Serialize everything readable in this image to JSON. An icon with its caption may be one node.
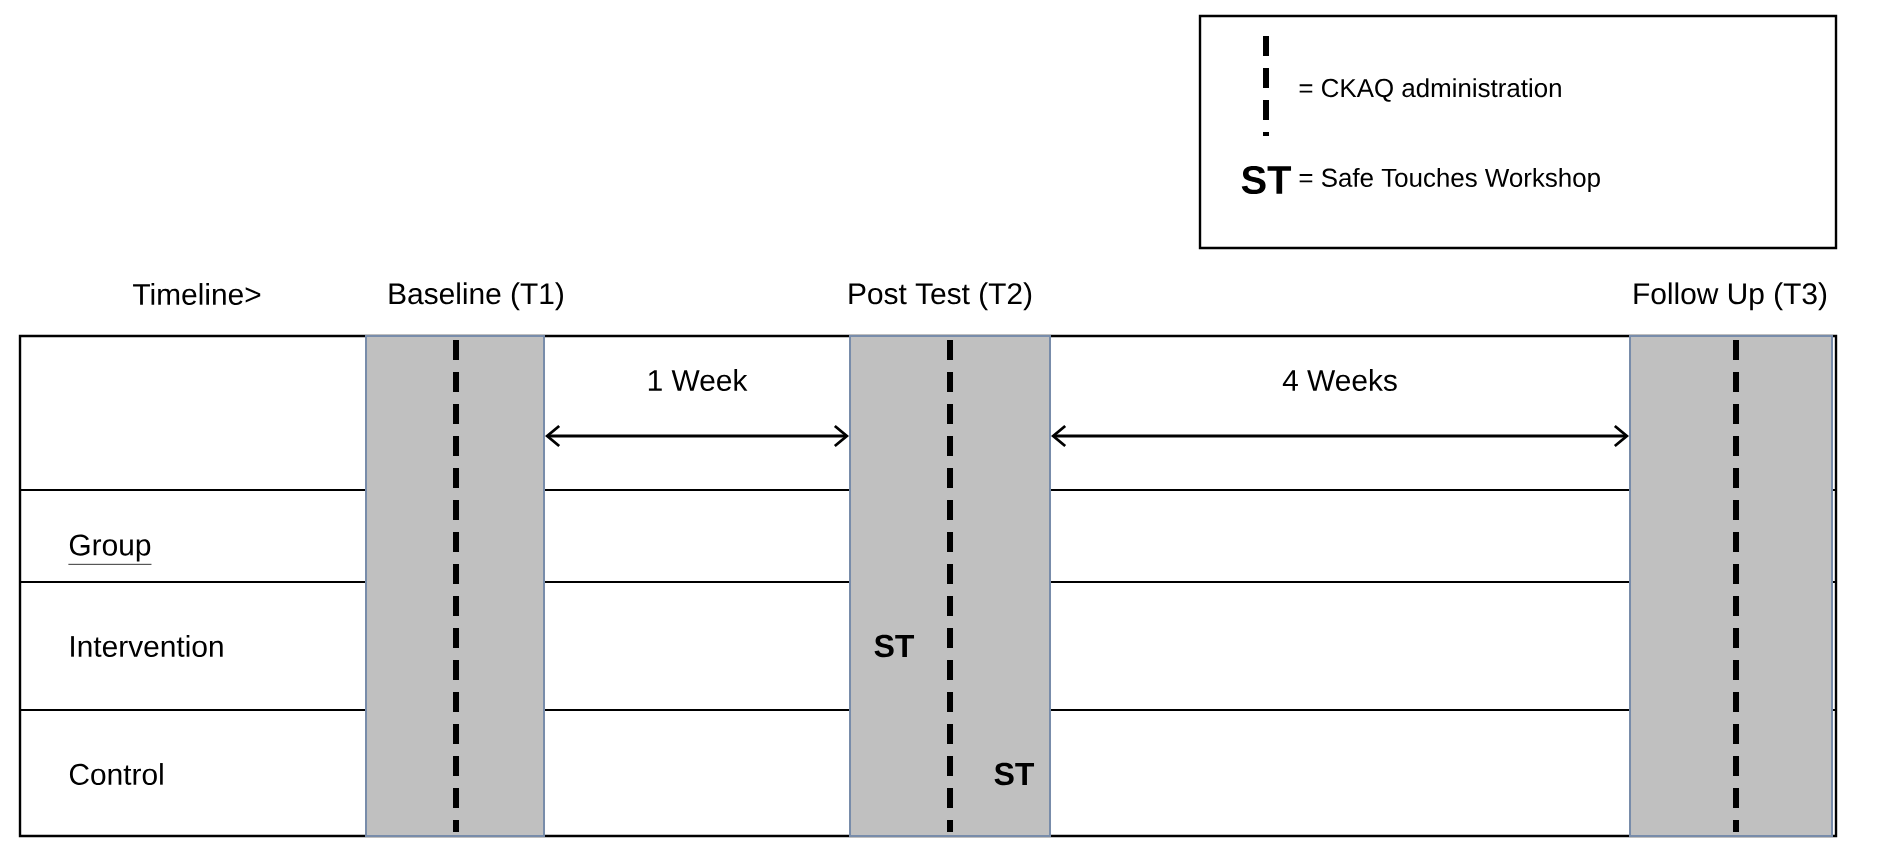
{
  "diagram": {
    "nodes": [
      {
        "text": [
          "Baseline (T1)"
        ]
      },
      {
        "text": [
          "Post Test (T2)",
          "ST",
          "ST"
        ]
      },
      {
        "text": [
          "Follow Up (T3)"
        ]
      }
    ],
    "edges": [
      {
        "from": 0,
        "to": 1,
        "arrow": "both",
        "label": "1 Week"
      },
      {
        "from": 1,
        "to": 2,
        "arrow": "both",
        "label": "4 Weeks"
      }
    ],
    "labels": [
      "Timeline>",
      "Group",
      "Intervention",
      "Control",
      "ST"
    ],
    "legend": [
      {
        "text": "= CKAQ administration"
      },
      {
        "text": "= Safe Touches Workshop"
      }
    ]
  }
}
